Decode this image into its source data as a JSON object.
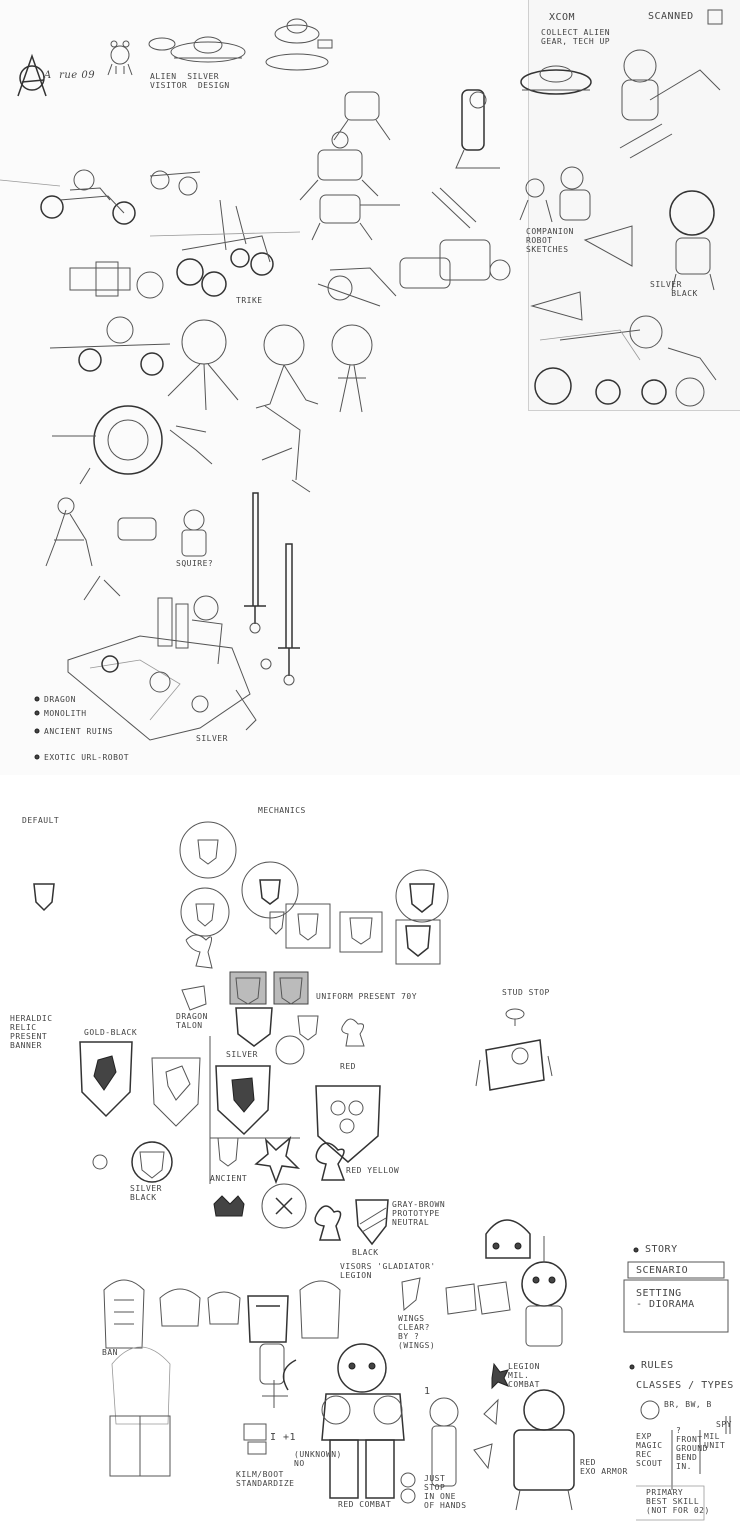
{
  "signature": "A  rue 09",
  "top_sheet": {
    "notes": {
      "alien": "ALIEN  SILVER\nVISITOR  DESIGN",
      "xcom": "XCOM",
      "scanned": "SCANNED",
      "collect": "COLLECT ALIEN\nGEAR, TECH UP",
      "trike": "TRIKE",
      "companion": "COMPANION\nROBOT\nSKETCHES",
      "silver_black": "SILVER\n    BLACK",
      "squire": "SQUIRE?",
      "silver": "SILVER",
      "list": [
        "DRAGON",
        "MONOLITH",
        "ANCIENT RUINS",
        "EXOTIC URL-ROBOT"
      ]
    }
  },
  "bottom_sheet": {
    "notes": {
      "default": "DEFAULT",
      "mechanics": "MECHANICS",
      "heraldic": "HERALDIC\nRELIC\nPRESENT\nBANNER",
      "gold_black": "GOLD-BLACK",
      "dragon_talon": "DRAGON\nTALON",
      "silver_mid": "SILVER",
      "uniform": "UNIFORM PRESENT 70Y",
      "stud_stop": "STUD STOP",
      "red": "RED",
      "silver_black": "SILVER\nBLACK",
      "ancient": "ANCIENT",
      "red_yellow": "RED YELLOW",
      "gray": "GRAY-BROWN\nPROTOTYPE\nNEUTRAL",
      "black": "BLACK",
      "visor": "VISORS 'GLADIATOR'\nLEGION",
      "wings": "WINGS\nCLEAR?\nBY ?\n(WINGS)",
      "legion": "LEGION\nMIL.\nCOMBAT",
      "red_exo": "RED\nEXO ARMOR",
      "story": "STORY",
      "scenario": "SCENARIO",
      "setting": "SETTING\n- DIORAMA",
      "rules": "RULES",
      "classes": "CLASSES / TYPES",
      "classes_sub": "BR, BW, B",
      "exp": "EXP\nMAGIC\nREC\nSCOUT",
      "front": "?\nFRONT\nGROUND\nBEND\nIN.",
      "mil": "MIL\nUNIT",
      "spy": "SPY",
      "primary": "PRIMARY\nBEST SKILL\n(NOT FOR 02)",
      "i_plus_1": "I +1",
      "kilm": "KILM/BOOT\nSTANDARDIZE",
      "unknown": "(UNKNOWN)\nNO",
      "red_combat": "RED COMBAT",
      "just": "JUST\nSTOP\nIN ONE\nOF HANDS",
      "one": "1",
      "ban": "BAN"
    }
  }
}
